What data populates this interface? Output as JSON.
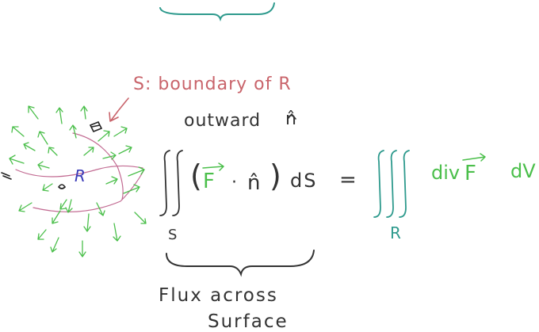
{
  "annotation": {
    "boundary_label": "S: boundary of R",
    "outward_text": "outward",
    "n_hat": "n̂"
  },
  "region": {
    "region_label": "R",
    "surface_label": "S"
  },
  "equation": {
    "open_paren": "(",
    "field_symbol": "F",
    "dot": "·",
    "n_hat": "n̂",
    "close_paren": ")",
    "surface_element": "dS",
    "equals": "=",
    "div_text": "div",
    "field_symbol_rhs": "F",
    "volume_element": "dV",
    "volume_subscript": "R"
  },
  "caption": {
    "line1": "Flux across",
    "line2": "Surface"
  },
  "colors": {
    "ink": "#333333",
    "annotation_red": "#c9646b",
    "field_green": "#4bbf4b",
    "teal": "#2e9a8d",
    "region_blue": "#3b3bb8",
    "boundary_pink": "#c26b92"
  }
}
